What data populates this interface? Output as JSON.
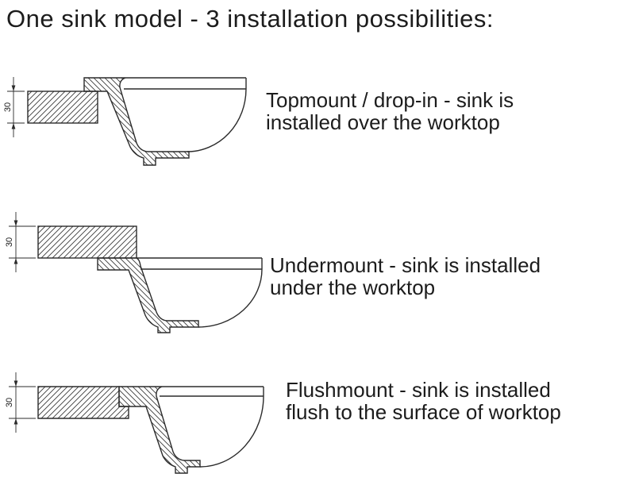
{
  "title": "One sink model - 3 installation possibilities:",
  "sections": [
    {
      "name": "topmount",
      "dimension": "30",
      "label_line1": "Topmount / drop-in - sink is",
      "label_line2": "installed over the worktop"
    },
    {
      "name": "undermount",
      "dimension": "30",
      "label_line1": "Undermount - sink is installed",
      "label_line2": "under the worktop"
    },
    {
      "name": "flushmount",
      "dimension": "30",
      "label_line1": "Flushmount - sink is installed",
      "label_line2": "flush to the surface of worktop"
    }
  ],
  "colors": {
    "line": "#2b2b2b",
    "text": "#1c1c1c",
    "background": "#ffffff"
  }
}
